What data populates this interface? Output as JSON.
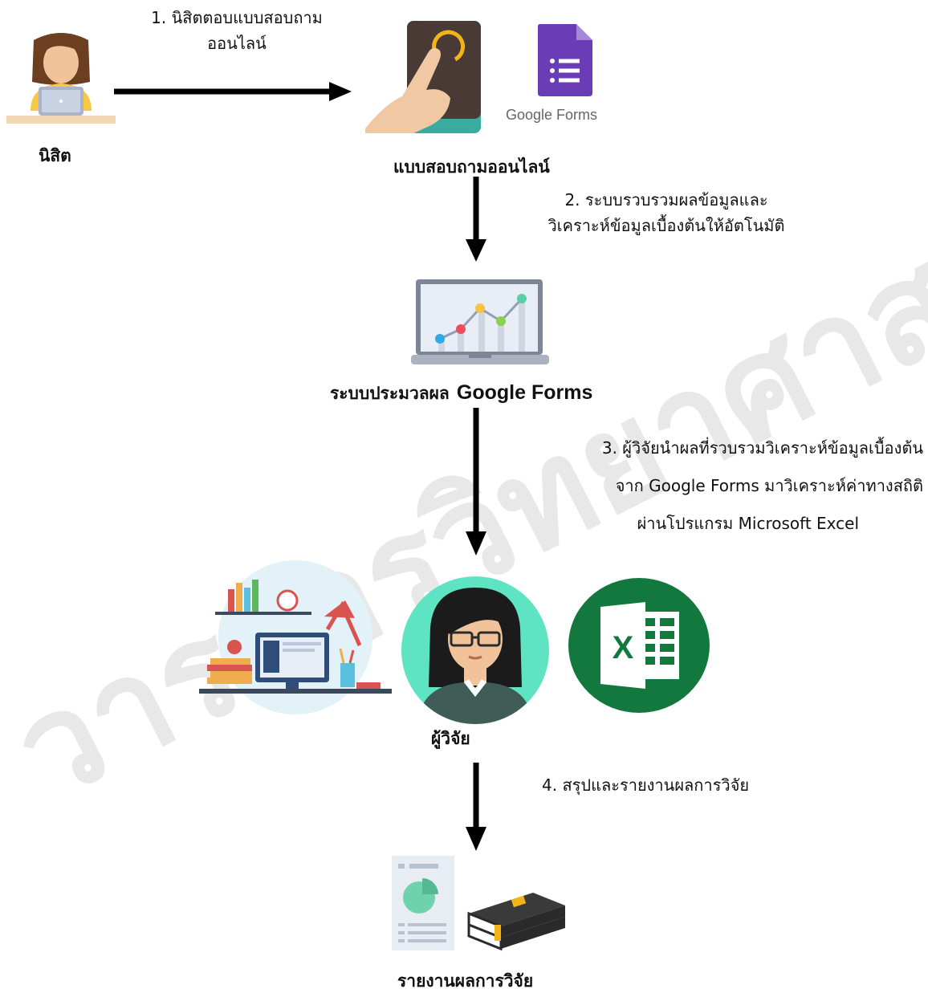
{
  "nodes": {
    "student": {
      "label": "นิสิต",
      "icon": "student-laptop-icon"
    },
    "online_form": {
      "label": "แบบสอบถามออนไลน์",
      "icon": "tablet-touch-icon"
    },
    "google_forms": {
      "logo_text": "Google Forms",
      "icon": "google-forms-icon"
    },
    "processing": {
      "label_prefix": "ระบบประมวลผล",
      "label_suffix": "Google Forms",
      "icon": "laptop-chart-icon"
    },
    "researcher": {
      "label": "ผู้วิจัย",
      "icon": "researcher-avatar-icon"
    },
    "report": {
      "label": "รายงานผลการวิจัย",
      "icon": "report-books-icon"
    }
  },
  "steps": {
    "s1": {
      "line1": "1. นิสิตตอบแบบสอบถาม",
      "line2": "ออนไลน์"
    },
    "s2": {
      "line1": "2. ระบบรวบรวมผลข้อมูลและ",
      "line2": "วิเคราะห์ข้อมูลเบื้องต้นให้อัตโนมัติ"
    },
    "s3": {
      "line1": "3. ผู้วิจัยนำผลที่รวบรวมวิเคราะห์ข้อมูลเบื้องต้น",
      "line2": "จาก  Google Forms มาวิเคราะห์ค่าทางสถิติ",
      "line3": "ผ่านโปรแกรม Microsoft Excel"
    },
    "s4": {
      "line1": "4. สรุปและรายงานผลการวิจัย"
    }
  },
  "watermark": {
    "text": "วารสารวิทยาศาสตร์"
  },
  "colors": {
    "arrow": "#000000",
    "forms_purple": "#6a3cb5",
    "excel_green": "#13783e",
    "researcher_bg": "#5ee3c3",
    "watermark": "#e6e6e6"
  }
}
